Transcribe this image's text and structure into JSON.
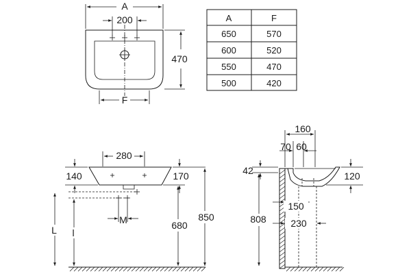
{
  "top_view": {
    "width_label": "A",
    "hole_spacing": "200",
    "depth": "470",
    "bottom_label": "F"
  },
  "table": {
    "headers": [
      "A",
      "F"
    ],
    "rows": [
      [
        "650",
        "570"
      ],
      [
        "600",
        "520"
      ],
      [
        "550",
        "470"
      ],
      [
        "500",
        "420"
      ]
    ]
  },
  "front_view": {
    "hole_spacing": "280",
    "left_height": "140",
    "right_height": "170",
    "trap_label": "M",
    "left_label_L": "L",
    "left_label_l": "l",
    "height_680": "680",
    "height_850": "850"
  },
  "side_view": {
    "depth_160": "160",
    "dim_70": "70",
    "dim_60": "60",
    "dim_42": "42",
    "dim_120": "120",
    "dim_808": "808",
    "dim_150": "150",
    "dim_230": "230"
  }
}
